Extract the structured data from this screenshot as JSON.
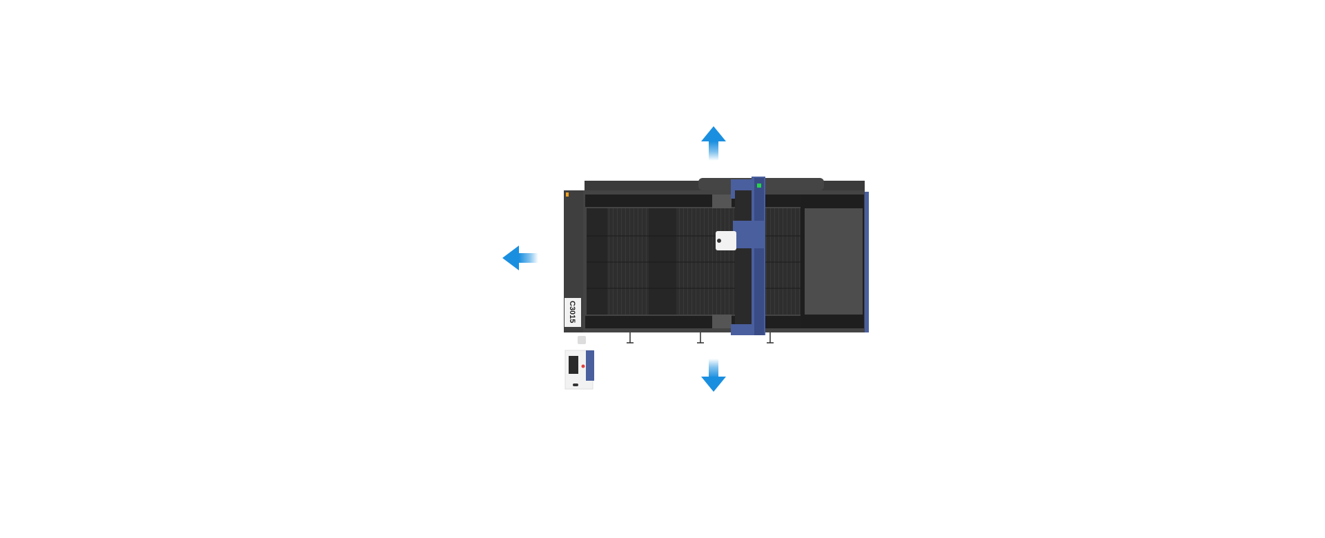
{
  "machine": {
    "model_label": "C3015"
  },
  "colors": {
    "background": "#ffffff",
    "frame_dark": "#3a3a3a",
    "frame_mid": "#4a4a4a",
    "bed_slats": "#2b2b2b",
    "gantry_blue": "#4a5f9e",
    "gantry_blue_dark": "#3a4c86",
    "rail_dark": "#1f1f1f",
    "exchange_table": "#4d4d4d",
    "arrow_blue": "#1a8fe0",
    "status_green": "#27d34a",
    "warning_orange": "#f0a020",
    "console_white": "#f2f2f2"
  },
  "arrows": [
    {
      "direction": "up",
      "icon": "arrow-up-icon"
    },
    {
      "direction": "left",
      "icon": "arrow-left-icon"
    },
    {
      "direction": "down",
      "icon": "arrow-down-icon"
    }
  ]
}
